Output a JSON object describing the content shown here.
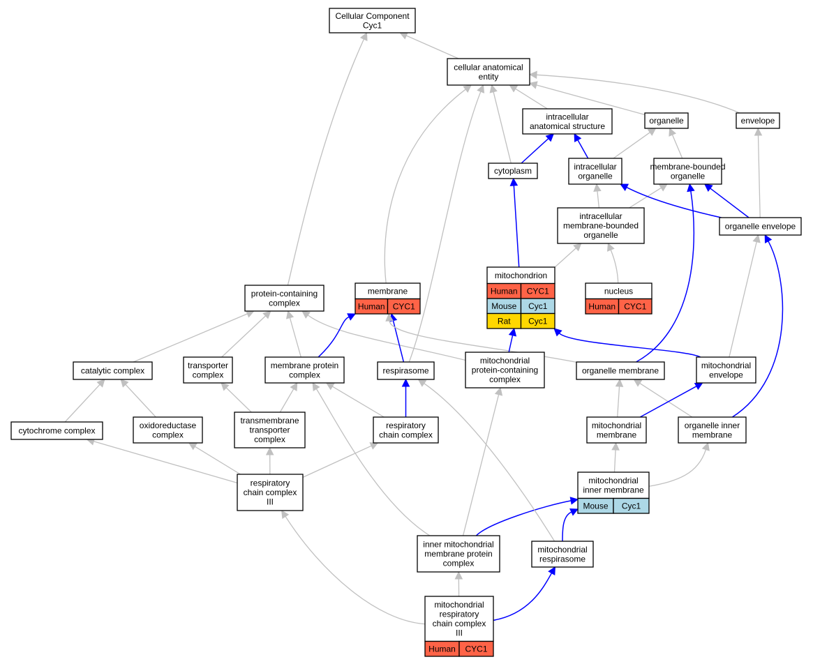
{
  "colors": {
    "human": "#ff6347",
    "mouse": "#add8e6",
    "rat": "#ffd700",
    "gray_edge": "#c0c0c0",
    "blue_edge": "#0000ff"
  },
  "nodes": {
    "root": {
      "lines": [
        "Cellular Component",
        "Cyc1"
      ]
    },
    "cae": {
      "lines": [
        "cellular anatomical",
        "entity"
      ]
    },
    "ias": {
      "lines": [
        "intracellular",
        "anatomical structure"
      ]
    },
    "org": {
      "lines": [
        "organelle"
      ]
    },
    "env": {
      "lines": [
        "envelope"
      ]
    },
    "cyto": {
      "lines": [
        "cytoplasm"
      ]
    },
    "io": {
      "lines": [
        "intracellular",
        "organelle"
      ]
    },
    "mbo": {
      "lines": [
        "membrane-bounded",
        "organelle"
      ]
    },
    "imbo": {
      "lines": [
        "intracellular",
        "membrane-bounded",
        "organelle"
      ]
    },
    "oe": {
      "lines": [
        "organelle envelope"
      ]
    },
    "mito": {
      "lines": [
        "mitochondrion"
      ],
      "rows": [
        [
          "Human",
          "CYC1"
        ],
        [
          "Mouse",
          "Cyc1"
        ],
        [
          "Rat",
          "Cyc1"
        ]
      ]
    },
    "nuc": {
      "lines": [
        "nucleus"
      ],
      "rows": [
        [
          "Human",
          "CYC1"
        ]
      ]
    },
    "pcc": {
      "lines": [
        "protein-containing",
        "complex"
      ]
    },
    "mem": {
      "lines": [
        "membrane"
      ],
      "rows": [
        [
          "Human",
          "CYC1"
        ]
      ]
    },
    "cat": {
      "lines": [
        "catalytic complex"
      ]
    },
    "trans": {
      "lines": [
        "transporter",
        "complex"
      ]
    },
    "mpc": {
      "lines": [
        "membrane protein",
        "complex"
      ]
    },
    "resp": {
      "lines": [
        "respirasome"
      ]
    },
    "mpcc": {
      "lines": [
        "mitochondrial",
        "protein-containing",
        "complex"
      ]
    },
    "om": {
      "lines": [
        "organelle membrane"
      ]
    },
    "menv": {
      "lines": [
        "mitochondrial",
        "envelope"
      ]
    },
    "cytc": {
      "lines": [
        "cytochrome complex"
      ]
    },
    "oxr": {
      "lines": [
        "oxidoreductase",
        "complex"
      ]
    },
    "tmtc": {
      "lines": [
        "transmembrane",
        "transporter",
        "complex"
      ]
    },
    "rcc": {
      "lines": [
        "respiratory",
        "chain complex"
      ]
    },
    "mmem": {
      "lines": [
        "mitochondrial",
        "membrane"
      ]
    },
    "oim": {
      "lines": [
        "organelle inner",
        "membrane"
      ]
    },
    "rcc3": {
      "lines": [
        "respiratory",
        "chain complex",
        "III"
      ]
    },
    "mim": {
      "lines": [
        "mitochondrial",
        "inner membrane"
      ],
      "rows": [
        [
          "Mouse",
          "Cyc1"
        ]
      ]
    },
    "impc": {
      "lines": [
        "inner mitochondrial",
        "membrane protein",
        "complex"
      ]
    },
    "mresp": {
      "lines": [
        "mitochondrial",
        "respirasome"
      ]
    },
    "mrcc3": {
      "lines": [
        "mitochondrial",
        "respiratory",
        "chain complex",
        "III"
      ],
      "rows": [
        [
          "Human",
          "CYC1"
        ]
      ]
    }
  }
}
